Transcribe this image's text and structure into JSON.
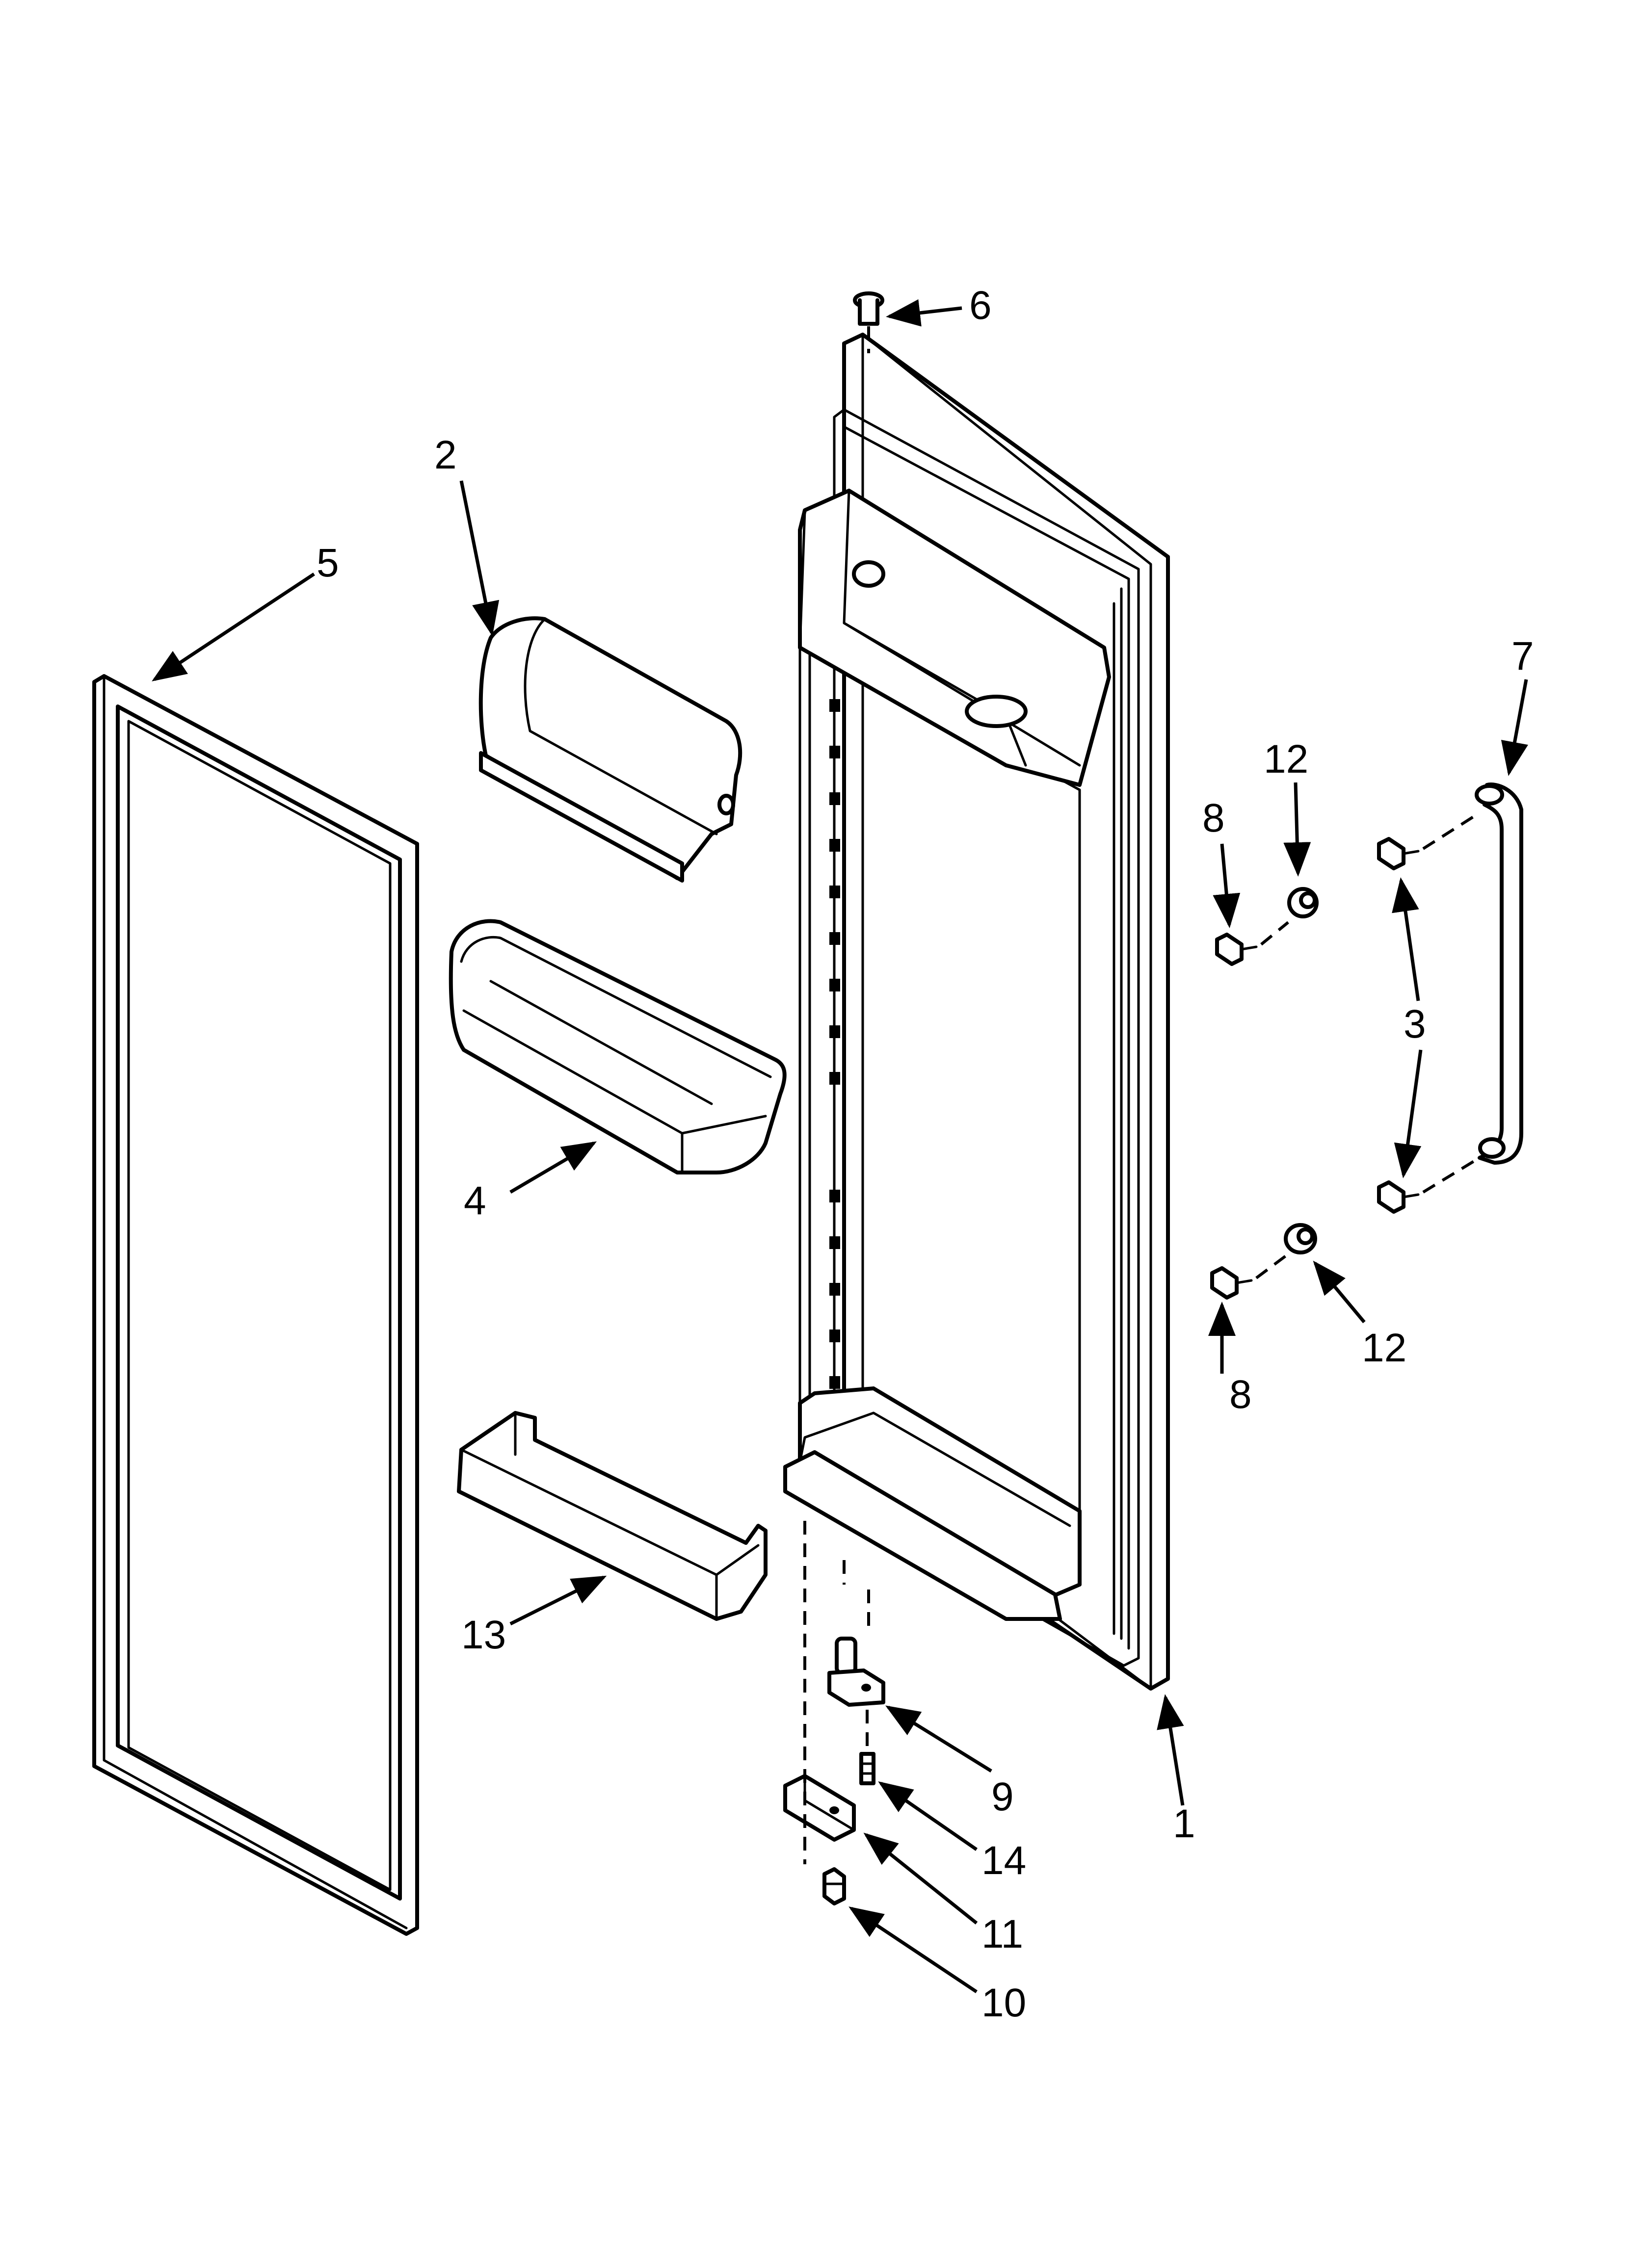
{
  "callouts": [
    "1",
    "2",
    "3",
    "4",
    "5",
    "6",
    "7",
    "8",
    "8",
    "9",
    "10",
    "11",
    "12",
    "12",
    "13",
    "14"
  ]
}
